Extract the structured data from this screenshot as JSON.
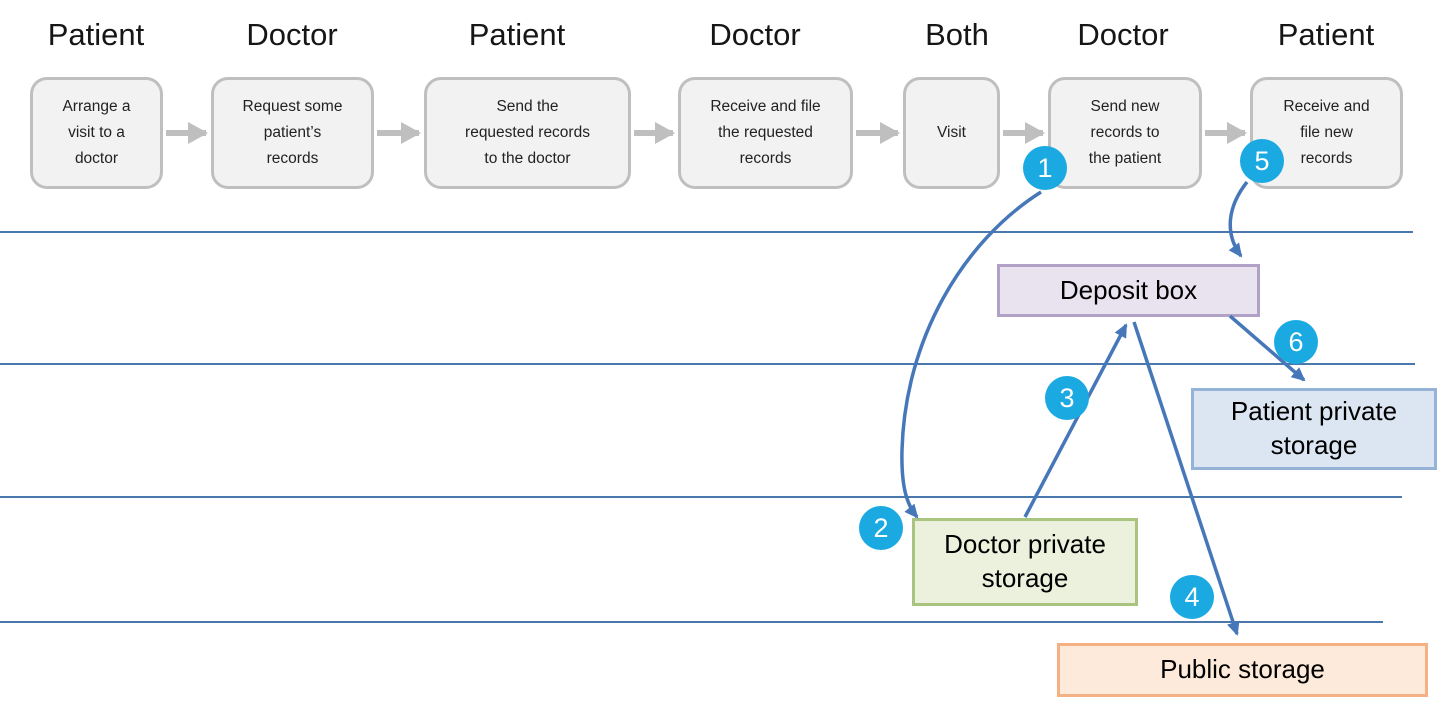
{
  "flow": {
    "steps": [
      {
        "actor": "Patient",
        "label": "Arrange a\nvisit to a\ndoctor"
      },
      {
        "actor": "Doctor",
        "label": "Request some\npatient’s\nrecords"
      },
      {
        "actor": "Patient",
        "label": "Send the\nrequested  records\nto the doctor"
      },
      {
        "actor": "Doctor",
        "label": "Receive and file\nthe requested\nrecords"
      },
      {
        "actor": "Both",
        "label": "Visit"
      },
      {
        "actor": "Doctor",
        "label": "Send new\nrecords to\nthe patient"
      },
      {
        "actor": "Patient",
        "label": "Receive and\nfile new\nrecords"
      }
    ]
  },
  "storage": {
    "deposit": "Deposit box",
    "patient_private": "Patient private\nstorage",
    "doctor_private": "Doctor private\nstorage",
    "public": "Public storage"
  },
  "markers": [
    {
      "label": "1"
    },
    {
      "label": "2"
    },
    {
      "label": "3"
    },
    {
      "label": "4"
    },
    {
      "label": "5"
    },
    {
      "label": "6"
    }
  ],
  "colors": {
    "marker_fill": "#1BA9E2",
    "arrow_blue": "#4677B8",
    "lane_line": "#4A78AC",
    "process_fill": "#F2F2F2",
    "process_border": "#BFBFBF",
    "deposit_fill": "#E9E3F0",
    "deposit_border": "#B2A1C7",
    "patient_fill": "#DCE6F2",
    "patient_border": "#95B3D7",
    "doctor_fill": "#EBF1DD",
    "doctor_border": "#A9C47E",
    "public_fill": "#FDEADA",
    "public_border": "#F5B183"
  }
}
